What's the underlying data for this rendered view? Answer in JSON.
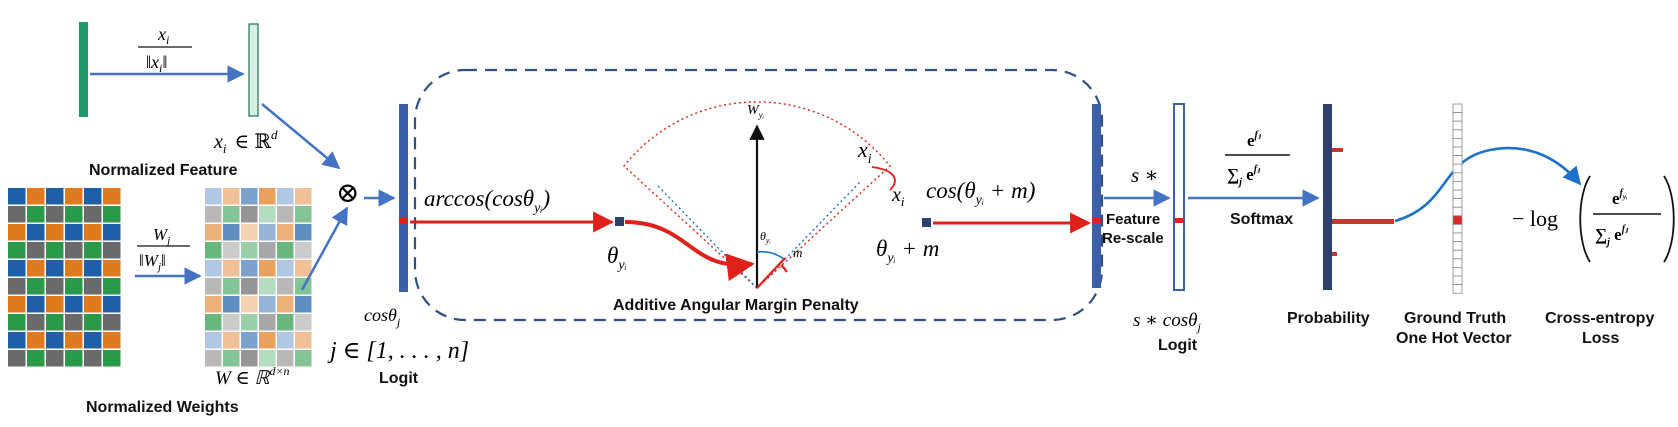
{
  "feature_block": {
    "normalize_numerator": "x",
    "normalize_numerator_sub": "i",
    "normalize_denominator": "‖x",
    "normalize_denominator_sub": "i",
    "normalize_denominator_end": "‖",
    "space_label_var": "x",
    "space_label_sub": "i",
    "space_label_in": "∈ ℝ",
    "space_label_sup": "d",
    "caption": "Normalized Feature"
  },
  "weights_block": {
    "normalize_numerator": "W",
    "normalize_numerator_sub": "j",
    "normalize_denominator": "‖W",
    "normalize_denominator_sub": "j",
    "normalize_denominator_end": "‖",
    "space_label": "W ∈ ℝ",
    "space_label_sup": "d×n",
    "caption": "Normalized Weights"
  },
  "operator": "⊗",
  "logit_block": {
    "cos_label": "cosθ",
    "cos_label_sub": "j",
    "range_label": "j ∈ [1, . . . , n]",
    "caption": "Logit"
  },
  "margin_block": {
    "arccos_label": "arccos(cosθ",
    "arccos_sub": "yᵢ",
    "arccos_end": ")",
    "theta_label": "θ",
    "theta_sub": "yᵢ",
    "w_label": "W",
    "w_sub": "yᵢ",
    "x_label_top": "x",
    "x_label_top_sub": "i",
    "x_label_bottom": "x",
    "x_label_bottom_sub": "i",
    "inner_theta": "θ",
    "inner_theta_sub": "yᵢ",
    "m_label": "m",
    "cos_margin_label": "cos(θ",
    "cos_margin_sub": "yᵢ",
    "cos_margin_end": " + m)",
    "theta_plus_label": "θ",
    "theta_plus_sub": "yᵢ",
    "theta_plus_end": " + m",
    "caption": "Additive Angular Margin Penalty"
  },
  "rescale_block": {
    "s_label": "s ∗",
    "caption_line1": "Feature",
    "caption_line2": "Re-scale",
    "s_cos_label": "s ∗ cosθ",
    "s_cos_sub": "j",
    "logit_caption": "Logit"
  },
  "softmax_block": {
    "num": "e",
    "num_sup": "fⱼ",
    "den_sum": "∑",
    "den_sum_sub": "j",
    "den_e": " e",
    "den_e_sup": "fⱼ",
    "caption": "Softmax"
  },
  "prob_caption": "Probability",
  "gt_caption_line1": "Ground Truth",
  "gt_caption_line2": "One Hot Vector",
  "loss_block": {
    "prefix": "− log",
    "num": "e",
    "num_sup": "f",
    "num_sup_sub": "yᵢ",
    "den_sum": "∑",
    "den_sum_sub": "j",
    "den_e": " e",
    "den_e_sup": "fⱼ",
    "caption_line1": "Cross-entropy",
    "caption_line2": "Loss"
  },
  "colors": {
    "arrow_blue": "#4472c4",
    "bar_blue": "#3b5fa8",
    "dark_bar": "#2e3f6e",
    "red": "#e0201a",
    "feature_green": "#1e9a6e",
    "dash_blue": "#2f4f82"
  }
}
